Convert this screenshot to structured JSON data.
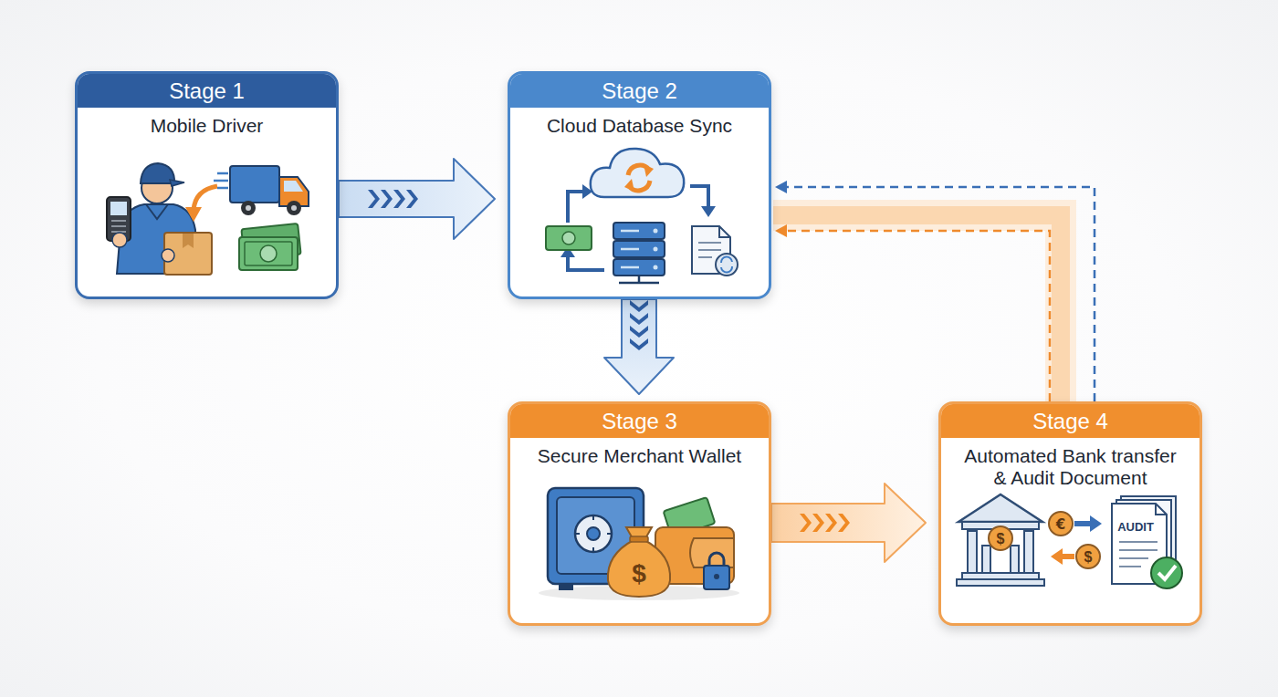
{
  "diagram": {
    "nodes": [
      {
        "text": [
          "Stage 1",
          "Mobile Driver"
        ]
      },
      {
        "text": [
          "Stage 2",
          "Cloud Database Sync"
        ]
      },
      {
        "text": [
          "Stage 3",
          "Secure Merchant Wallet"
        ]
      },
      {
        "text": [
          "Stage 4",
          "Automated Bank transfer & Audit Document"
        ]
      }
    ],
    "edges": [
      {
        "from": 0,
        "to": 1,
        "arrow": "to"
      },
      {
        "from": 1,
        "to": 2,
        "arrow": "to"
      },
      {
        "from": 2,
        "to": 3,
        "arrow": "to"
      },
      {
        "from": 3,
        "to": 1,
        "arrow": "to"
      },
      {
        "from": 3,
        "to": 1,
        "arrow": "to"
      }
    ],
    "labels": [
      "$",
      "$",
      "€",
      "$",
      "AUDIT"
    ]
  }
}
